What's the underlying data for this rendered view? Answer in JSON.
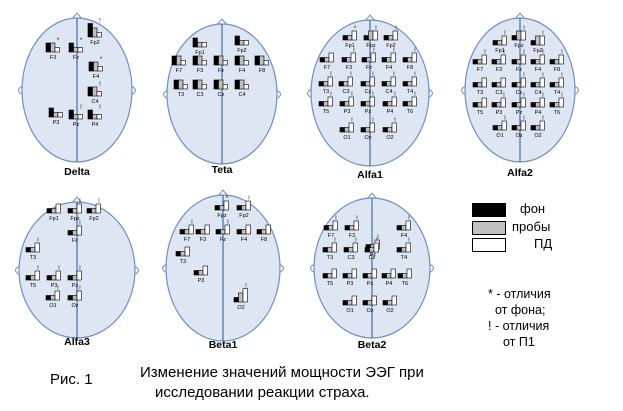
{
  "colors": {
    "background": "#000000",
    "trial": "#c0c0c0",
    "pd": "#ffffff",
    "midline": "#4a78b8",
    "head_fill": "#dde6f2"
  },
  "legend": {
    "items": [
      {
        "label": "фон",
        "color": "#000000"
      },
      {
        "label": "пробы",
        "color": "#c0c0c0"
      },
      {
        "label": "ПД",
        "color": "#ffffff"
      }
    ]
  },
  "notes": {
    "star_line1": "* - отличия",
    "star_line2": "от фона;",
    "excl_line1": "! - отличия",
    "excl_line2": "от П1"
  },
  "caption": {
    "fig": "Рис. 1",
    "line1": "Изменение значений мощности ЭЭГ при",
    "line2": "исследовании реакции страха."
  },
  "heads": [
    {
      "title": "Delta",
      "electrodes": [
        {
          "label": "F3",
          "v": [
            2,
            2,
            1
          ],
          "mark": "*"
        },
        {
          "label": "Fz",
          "v": [
            2,
            1,
            1
          ],
          "mark": "*"
        },
        {
          "label": "Fp2",
          "v": [
            3,
            2,
            1
          ],
          "mark": "!"
        },
        {
          "label": "F4",
          "v": [
            2,
            2,
            1
          ],
          "mark": "*"
        },
        {
          "label": "C4",
          "v": [
            2,
            2,
            1
          ],
          "mark": "!"
        },
        {
          "label": "P3",
          "v": [
            2,
            1,
            1
          ],
          "mark": ""
        },
        {
          "label": "Pz",
          "v": [
            2,
            1,
            1
          ],
          "mark": "!"
        },
        {
          "label": "P4",
          "v": [
            2,
            1,
            1
          ],
          "mark": "!"
        }
      ]
    },
    {
      "title": "Teta",
      "electrodes": [
        {
          "label": "Fp1",
          "v": [
            2,
            1,
            1
          ],
          "mark": ""
        },
        {
          "label": "Fp2",
          "v": [
            2,
            1,
            1
          ],
          "mark": ""
        },
        {
          "label": "F7",
          "v": [
            2,
            2,
            1
          ],
          "mark": ""
        },
        {
          "label": "F3",
          "v": [
            2,
            2,
            1
          ],
          "mark": ""
        },
        {
          "label": "Fz",
          "v": [
            2,
            2,
            1
          ],
          "mark": ""
        },
        {
          "label": "F4",
          "v": [
            2,
            2,
            1
          ],
          "mark": ""
        },
        {
          "label": "F8",
          "v": [
            2,
            2,
            1
          ],
          "mark": ""
        },
        {
          "label": "T3",
          "v": [
            2,
            2,
            1
          ],
          "mark": ""
        },
        {
          "label": "C3",
          "v": [
            2,
            2,
            1
          ],
          "mark": ""
        },
        {
          "label": "Cz",
          "v": [
            2,
            2,
            1
          ],
          "mark": ""
        },
        {
          "label": "C4",
          "v": [
            2,
            2,
            1
          ],
          "mark": ""
        }
      ]
    },
    {
      "title": "Alfa1",
      "electrodes": [
        {
          "label": "Fp1",
          "v": [
            1,
            1,
            2
          ],
          "mark": "*"
        },
        {
          "label": "Fpz",
          "v": [
            1,
            2,
            2
          ],
          "mark": "!"
        },
        {
          "label": "Fp2",
          "v": [
            1,
            1,
            2
          ],
          "mark": "!"
        },
        {
          "label": "F7",
          "v": [
            1,
            1,
            2
          ],
          "mark": ""
        },
        {
          "label": "F3",
          "v": [
            1,
            1,
            2
          ],
          "mark": "!"
        },
        {
          "label": "Fz",
          "v": [
            1,
            1,
            2
          ],
          "mark": "!"
        },
        {
          "label": "F4",
          "v": [
            1,
            1,
            2
          ],
          "mark": "!"
        },
        {
          "label": "F8",
          "v": [
            1,
            1,
            2
          ],
          "mark": "!"
        },
        {
          "label": "T3",
          "v": [
            1,
            1,
            2
          ],
          "mark": "!"
        },
        {
          "label": "C3",
          "v": [
            1,
            1,
            2
          ],
          "mark": "!"
        },
        {
          "label": "Cz",
          "v": [
            1,
            1,
            2
          ],
          "mark": "!"
        },
        {
          "label": "C4",
          "v": [
            1,
            1,
            2
          ],
          "mark": "!"
        },
        {
          "label": "T4",
          "v": [
            1,
            1,
            2
          ],
          "mark": "!"
        },
        {
          "label": "T5",
          "v": [
            1,
            1,
            2
          ],
          "mark": "!"
        },
        {
          "label": "P3",
          "v": [
            1,
            1,
            2
          ],
          "mark": "!"
        },
        {
          "label": "Pz",
          "v": [
            1,
            1,
            2
          ],
          "mark": "!"
        },
        {
          "label": "P4",
          "v": [
            1,
            1,
            2
          ],
          "mark": "!"
        },
        {
          "label": "T6",
          "v": [
            1,
            1,
            2
          ],
          "mark": "!"
        },
        {
          "label": "O1",
          "v": [
            1,
            1,
            2
          ],
          "mark": "!"
        },
        {
          "label": "Oz",
          "v": [
            1,
            1,
            2
          ],
          "mark": "!"
        },
        {
          "label": "O2",
          "v": [
            1,
            1,
            2
          ],
          "mark": "!"
        }
      ]
    },
    {
      "title": "Alfa2",
      "electrodes": [
        {
          "label": "Fp1",
          "v": [
            1,
            1,
            2
          ],
          "mark": "!"
        },
        {
          "label": "Fpz",
          "v": [
            1,
            2,
            2
          ],
          "mark": "!"
        },
        {
          "label": "Fp2",
          "v": [
            1,
            2,
            2
          ],
          "mark": "!"
        },
        {
          "label": "F7",
          "v": [
            1,
            1,
            2
          ],
          "mark": "!"
        },
        {
          "label": "F3",
          "v": [
            1,
            1,
            2
          ],
          "mark": "!"
        },
        {
          "label": "Fz",
          "v": [
            1,
            1,
            2
          ],
          "mark": "!"
        },
        {
          "label": "F4",
          "v": [
            1,
            1,
            2
          ],
          "mark": "!"
        },
        {
          "label": "F8",
          "v": [
            1,
            1,
            2
          ],
          "mark": "!"
        },
        {
          "label": "T3",
          "v": [
            1,
            1,
            2
          ],
          "mark": ""
        },
        {
          "label": "C3",
          "v": [
            1,
            1,
            2
          ],
          "mark": ""
        },
        {
          "label": "Cz",
          "v": [
            1,
            1,
            2
          ],
          "mark": "!"
        },
        {
          "label": "C4",
          "v": [
            1,
            1,
            2
          ],
          "mark": "!"
        },
        {
          "label": "T4",
          "v": [
            1,
            1,
            2
          ],
          "mark": "!"
        },
        {
          "label": "T5",
          "v": [
            1,
            1,
            2
          ],
          "mark": ""
        },
        {
          "label": "P3",
          "v": [
            1,
            1,
            2
          ],
          "mark": "!"
        },
        {
          "label": "Pz",
          "v": [
            1,
            1,
            2
          ],
          "mark": "!"
        },
        {
          "label": "P4",
          "v": [
            1,
            1,
            2
          ],
          "mark": "!"
        },
        {
          "label": "T6",
          "v": [
            1,
            1,
            2
          ],
          "mark": "!"
        },
        {
          "label": "O1",
          "v": [
            1,
            1,
            2
          ],
          "mark": "!"
        },
        {
          "label": "Oz",
          "v": [
            1,
            1,
            2
          ],
          "mark": "!"
        },
        {
          "label": "O2",
          "v": [
            1,
            1,
            2
          ],
          "mark": "!"
        }
      ]
    },
    {
      "title": "Alfa3",
      "electrodes": [
        {
          "label": "Fp1",
          "v": [
            1,
            1,
            2
          ],
          "mark": ""
        },
        {
          "label": "Fpz",
          "v": [
            1,
            1,
            2
          ],
          "mark": "!"
        },
        {
          "label": "Fp2",
          "v": [
            1,
            1,
            2
          ],
          "mark": "!"
        },
        {
          "label": "Fz",
          "v": [
            1,
            1,
            2
          ],
          "mark": "!"
        },
        {
          "label": "T3",
          "v": [
            1,
            1,
            2
          ],
          "mark": "!"
        },
        {
          "label": "T5",
          "v": [
            1,
            1,
            2
          ],
          "mark": "!"
        },
        {
          "label": "P3",
          "v": [
            1,
            1,
            2
          ],
          "mark": "!"
        },
        {
          "label": "Pz",
          "v": [
            1,
            1,
            2
          ],
          "mark": "!"
        },
        {
          "label": "O1",
          "v": [
            1,
            1,
            2
          ],
          "mark": "!"
        },
        {
          "label": "Oz",
          "v": [
            1,
            1,
            2
          ],
          "mark": "!"
        }
      ]
    },
    {
      "title": "Beta1",
      "electrodes": [
        {
          "label": "Fpz",
          "v": [
            1,
            1,
            2
          ],
          "mark": "*"
        },
        {
          "label": "Fp2",
          "v": [
            1,
            1,
            2
          ],
          "mark": "!"
        },
        {
          "label": "F7",
          "v": [
            1,
            1,
            2
          ],
          "mark": "!"
        },
        {
          "label": "F3",
          "v": [
            1,
            1,
            2
          ],
          "mark": ""
        },
        {
          "label": "Fz",
          "v": [
            1,
            1,
            2
          ],
          "mark": "!"
        },
        {
          "label": "F4",
          "v": [
            1,
            1,
            2
          ],
          "mark": ""
        },
        {
          "label": "F8",
          "v": [
            1,
            1,
            2
          ],
          "mark": ""
        },
        {
          "label": "T3",
          "v": [
            1,
            1,
            2
          ],
          "mark": ""
        },
        {
          "label": "P3",
          "v": [
            1,
            1,
            2
          ],
          "mark": ""
        },
        {
          "label": "O2",
          "v": [
            1,
            2,
            3
          ],
          "mark": "!"
        }
      ]
    },
    {
      "title": "Beta2",
      "electrodes": [
        {
          "label": "F7",
          "v": [
            1,
            1,
            2
          ],
          "mark": "!"
        },
        {
          "label": "F3",
          "v": [
            1,
            1,
            2
          ],
          "mark": "!"
        },
        {
          "label": "Fz",
          "v": [
            1,
            1,
            2
          ],
          "mark": "!"
        },
        {
          "label": "F4",
          "v": [
            1,
            1,
            2
          ],
          "mark": "!"
        },
        {
          "label": "T3",
          "v": [
            1,
            1,
            2
          ],
          "mark": "!"
        },
        {
          "label": "C3",
          "v": [
            1,
            1,
            2
          ],
          "mark": "!"
        },
        {
          "label": "Cz",
          "v": [
            1,
            1,
            2
          ],
          "mark": "!"
        },
        {
          "label": "T4",
          "v": [
            1,
            1,
            2
          ],
          "mark": "!"
        },
        {
          "label": "T5",
          "v": [
            1,
            1,
            2
          ],
          "mark": ""
        },
        {
          "label": "P3",
          "v": [
            1,
            1,
            2
          ],
          "mark": ""
        },
        {
          "label": "Pz",
          "v": [
            1,
            1,
            2
          ],
          "mark": ""
        },
        {
          "label": "P4",
          "v": [
            1,
            1,
            2
          ],
          "mark": ""
        },
        {
          "label": "T6",
          "v": [
            1,
            1,
            2
          ],
          "mark": ""
        },
        {
          "label": "O1",
          "v": [
            1,
            1,
            2
          ],
          "mark": ""
        },
        {
          "label": "Oz",
          "v": [
            1,
            1,
            2
          ],
          "mark": ""
        },
        {
          "label": "O2",
          "v": [
            1,
            1,
            2
          ],
          "mark": ""
        }
      ]
    }
  ]
}
